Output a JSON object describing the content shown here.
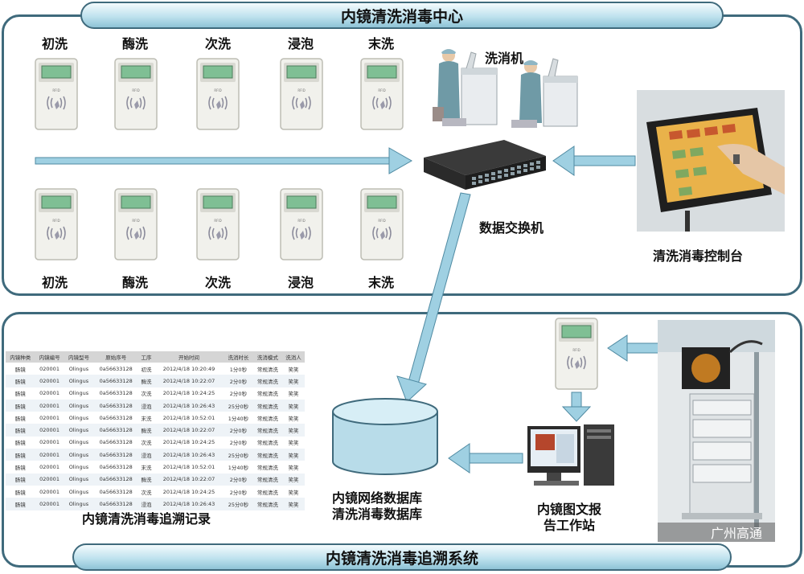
{
  "top_title": "内镜清洗消毒中心",
  "bottom_title": "内镜清洗消毒追溯系统",
  "stages_top": [
    "初洗",
    "酶洗",
    "次洗",
    "浸泡",
    "末洗"
  ],
  "stages_bottom": [
    "初洗",
    "酶洗",
    "次洗",
    "浸泡",
    "末洗"
  ],
  "washer_label": "洗消机",
  "switch_label": "数据交换机",
  "console_label": "清洗消毒控制台",
  "db_label": [
    "内镜网络数据库",
    "清洗消毒数据库"
  ],
  "workstation_label": [
    "内镜图文报",
    "告工作站"
  ],
  "record_label": "内镜清洗消毒追溯记录",
  "watermark": "广州高通",
  "table": {
    "headers": [
      "内镜种类",
      "内镜编号",
      "内镜型号",
      "原始序号",
      "工序",
      "开始时间",
      "洗消时长",
      "洗消模式",
      "洗消人"
    ],
    "rows": [
      [
        "肠镜",
        "020001",
        "Olingus",
        "0a56633128",
        "初洗",
        "2012/4/18 10:20:49",
        "1分0秒",
        "常规清洗",
        "笑笑"
      ],
      [
        "肠镜",
        "020001",
        "Olingus",
        "0a56633128",
        "酶洗",
        "2012/4/18 10:22:07",
        "2分0秒",
        "常规清洗",
        "笑笑"
      ],
      [
        "肠镜",
        "020001",
        "Olingus",
        "0a56633128",
        "次洗",
        "2012/4/18 10:24:25",
        "2分0秒",
        "常规清洗",
        "笑笑"
      ],
      [
        "肠镜",
        "020001",
        "Olingus",
        "0a56633128",
        "浸泡",
        "2012/4/18 10:26:43",
        "25分0秒",
        "常规清洗",
        "笑笑"
      ],
      [
        "肠镜",
        "020001",
        "Olingus",
        "0a56633128",
        "末洗",
        "2012/4/18 10:52:01",
        "1分40秒",
        "常规清洗",
        "笑笑"
      ],
      [
        "肠镜",
        "020001",
        "Olingus",
        "0a56633128",
        "酶洗",
        "2012/4/18 10:22:07",
        "2分0秒",
        "常规清洗",
        "笑笑"
      ],
      [
        "肠镜",
        "020001",
        "Olingus",
        "0a56633128",
        "次洗",
        "2012/4/18 10:24:25",
        "2分0秒",
        "常规清洗",
        "笑笑"
      ],
      [
        "肠镜",
        "020001",
        "Olingus",
        "0a56633128",
        "浸泡",
        "2012/4/18 10:26:43",
        "25分0秒",
        "常规清洗",
        "笑笑"
      ],
      [
        "肠镜",
        "020001",
        "Olingus",
        "0a56633128",
        "末洗",
        "2012/4/18 10:52:01",
        "1分40秒",
        "常规清洗",
        "笑笑"
      ],
      [
        "肠镜",
        "020001",
        "Olingus",
        "0a56633128",
        "酶洗",
        "2012/4/18 10:22:07",
        "2分0秒",
        "常规清洗",
        "笑笑"
      ],
      [
        "肠镜",
        "020001",
        "Olingus",
        "0a56633128",
        "次洗",
        "2012/4/18 10:24:25",
        "2分0秒",
        "常规清洗",
        "笑笑"
      ],
      [
        "肠镜",
        "020001",
        "Olingus",
        "0a56633128",
        "浸泡",
        "2012/4/18 10:26:43",
        "25分0秒",
        "常规清洗",
        "笑笑"
      ]
    ]
  }
}
